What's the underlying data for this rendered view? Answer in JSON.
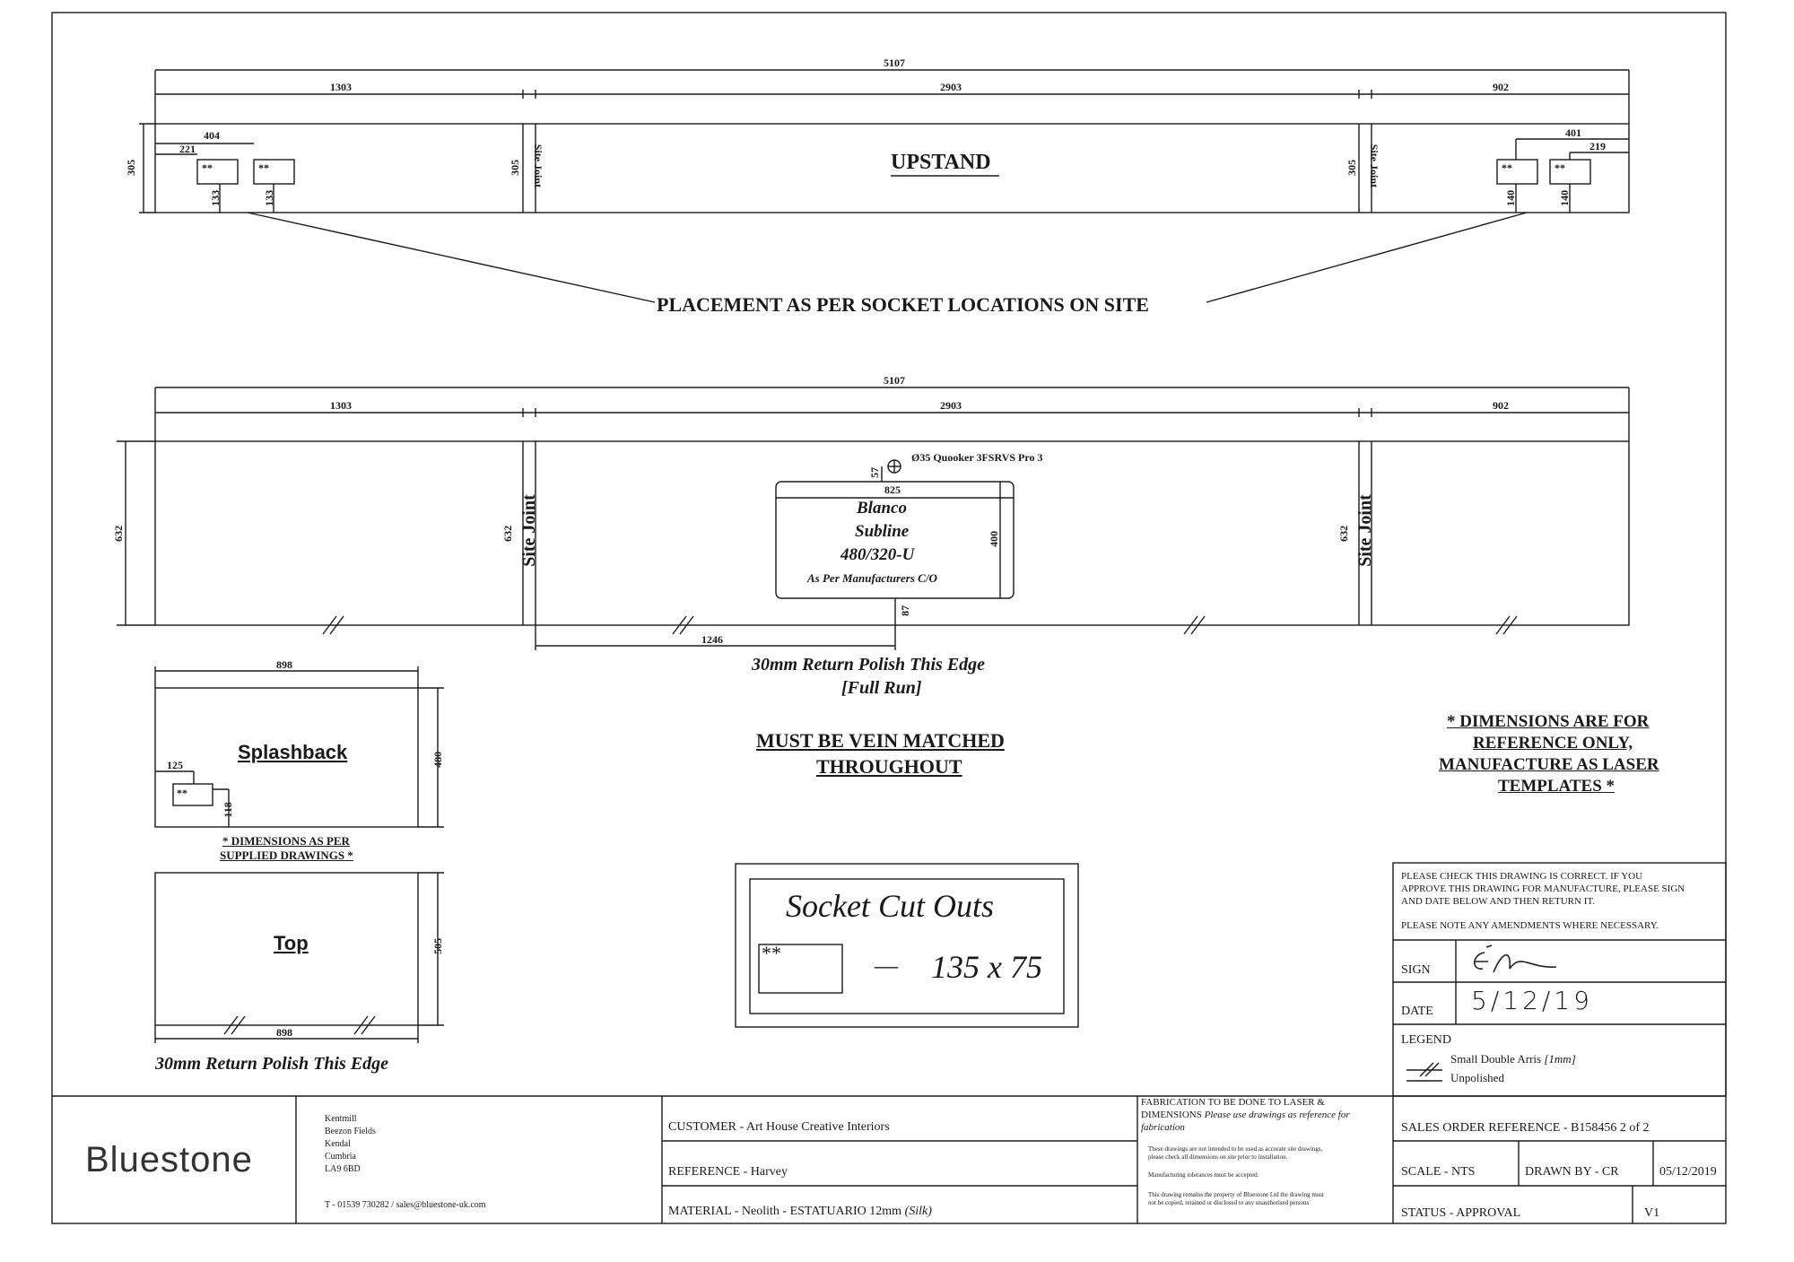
{
  "upstand": {
    "overall": "5107",
    "segments": [
      "1303",
      "2903",
      "902"
    ],
    "height": "305",
    "label": "UPSTAND",
    "site_joint": "Site Joint",
    "left_sockets": {
      "offset_a": "404",
      "offset_b": "221",
      "height": "133"
    },
    "right_sockets": {
      "offset_a": "401",
      "offset_b": "219",
      "height": "140"
    },
    "socket_mark": "**"
  },
  "placement_note": "PLACEMENT AS PER SOCKET LOCATIONS ON SITE",
  "worktop": {
    "overall": "5107",
    "segments": [
      "1303",
      "2903",
      "902"
    ],
    "depth": "632",
    "site_joint": "Site Joint",
    "tap_label": "Ø35 Quooker 3FSRVS Pro 3",
    "tap_offset": "57",
    "sink": {
      "width": "825",
      "height": "400",
      "lines": [
        "Blanco",
        "Subline",
        "480/320-U"
      ],
      "note": "As Per Manufacturers C/O",
      "front_offset": "87",
      "side_offset": "1246"
    },
    "edge_note_1": "30mm Return Polish This Edge",
    "edge_note_2": "[Full Run]"
  },
  "vein_note": [
    "MUST BE VEIN MATCHED",
    "THROUGHOUT"
  ],
  "dims_note_right": [
    "* DIMENSIONS ARE FOR",
    "REFERENCE ONLY,",
    "MANUFACTURE AS LASER",
    "TEMPLATES *"
  ],
  "splashback": {
    "title": "Splashback",
    "width": "898",
    "height": "480",
    "socket_x": "125",
    "socket_y": "118",
    "note": [
      "* DIMENSIONS AS PER",
      "SUPPLIED DRAWINGS *"
    ]
  },
  "top_piece": {
    "title": "Top",
    "width": "898",
    "height": "505",
    "edge_note": "30mm Return Polish This Edge"
  },
  "socket_box": {
    "title": "Socket Cut Outs",
    "mark": "**",
    "dash": "—",
    "size": "135 x 75"
  },
  "approval": {
    "notice": [
      "PLEASE CHECK THIS DRAWING IS CORRECT.  IF YOU",
      "APPROVE THIS DRAWING FOR MANUFACTURE, PLEASE SIGN",
      "AND DATE BELOW AND THEN RETURN IT."
    ],
    "amend": "PLEASE NOTE ANY AMENDMENTS WHERE NECESSARY.",
    "sign_label": "SIGN",
    "date_label": "DATE",
    "date_value": "5/12/19",
    "legend_title": "LEGEND",
    "legend_arris": "Small Double Arris",
    "legend_arris_note": "[1mm]",
    "legend_unpolished": "Unpolished"
  },
  "title_block": {
    "company": "Bluestone",
    "address": [
      "Kentmill",
      "Beezon Fields",
      "Kendal",
      "Cumbria",
      "LA9 6BD"
    ],
    "contact": "T - 01539 730282 /  sales@bluestone-uk.com",
    "customer": "CUSTOMER - Art House Creative Interiors",
    "reference": "REFERENCE - Harvey",
    "material": "MATERIAL - Neolith - ESTATUARIO 12mm",
    "material_finish": "(Silk)",
    "fabrication": "FABRICATION TO BE DONE TO LASER &",
    "fabrication_2": "DIMENSIONS",
    "fabrication_note": "Please use drawings as reference for",
    "fabrication_note_2": "fabrication",
    "disclaimer_1": [
      "These drawings are not intended to be used as accurate site drawings,",
      "please check all dimensions on site prior to installation."
    ],
    "disclaimer_2": "Manufacturing tolerances must be accepted.",
    "disclaimer_3": [
      "This drawing remains the property of Bluestone Ltd the drawing must",
      "not be copied, retained or disclosed to any unauthorised persons"
    ],
    "sales_order": "SALES ORDER REFERENCE - B158456 2 of 2",
    "scale": "SCALE - NTS",
    "drawn_by": "DRAWN BY - CR",
    "date": "05/12/2019",
    "status": "STATUS - APPROVAL",
    "version": "V1"
  }
}
